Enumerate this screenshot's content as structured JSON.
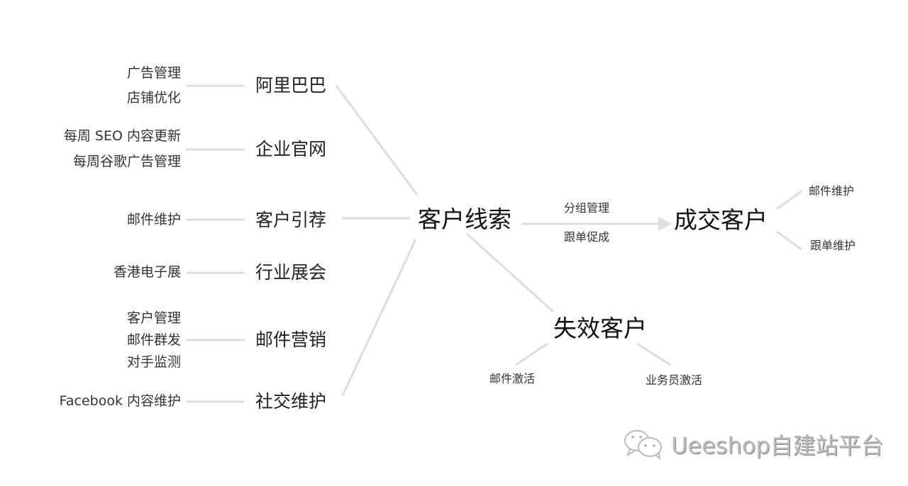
{
  "center": "客户线索",
  "sources": [
    {
      "label": "阿里巴巴",
      "items": [
        "广告管理",
        "店铺优化"
      ]
    },
    {
      "label": "企业官网",
      "items": [
        "每周 SEO 内容更新",
        "每周谷歌广告管理"
      ]
    },
    {
      "label": "客户引荐",
      "items": [
        "邮件维护"
      ]
    },
    {
      "label": "行业展会",
      "items": [
        "香港电子展"
      ]
    },
    {
      "label": "邮件营销",
      "items": [
        "客户管理",
        "邮件群发",
        "对手监测"
      ]
    },
    {
      "label": "社交维护",
      "items": [
        "Facebook 内容维护"
      ]
    }
  ],
  "arrow_labels": [
    "分组管理",
    "跟单促成"
  ],
  "won": {
    "label": "成交客户",
    "items": [
      "邮件维护",
      "跟单维护"
    ]
  },
  "lost": {
    "label": "失效客户",
    "items": [
      "邮件激活",
      "业务员激活"
    ]
  },
  "watermark": "Ueeshop自建站平台",
  "line_color": "#dddddd"
}
